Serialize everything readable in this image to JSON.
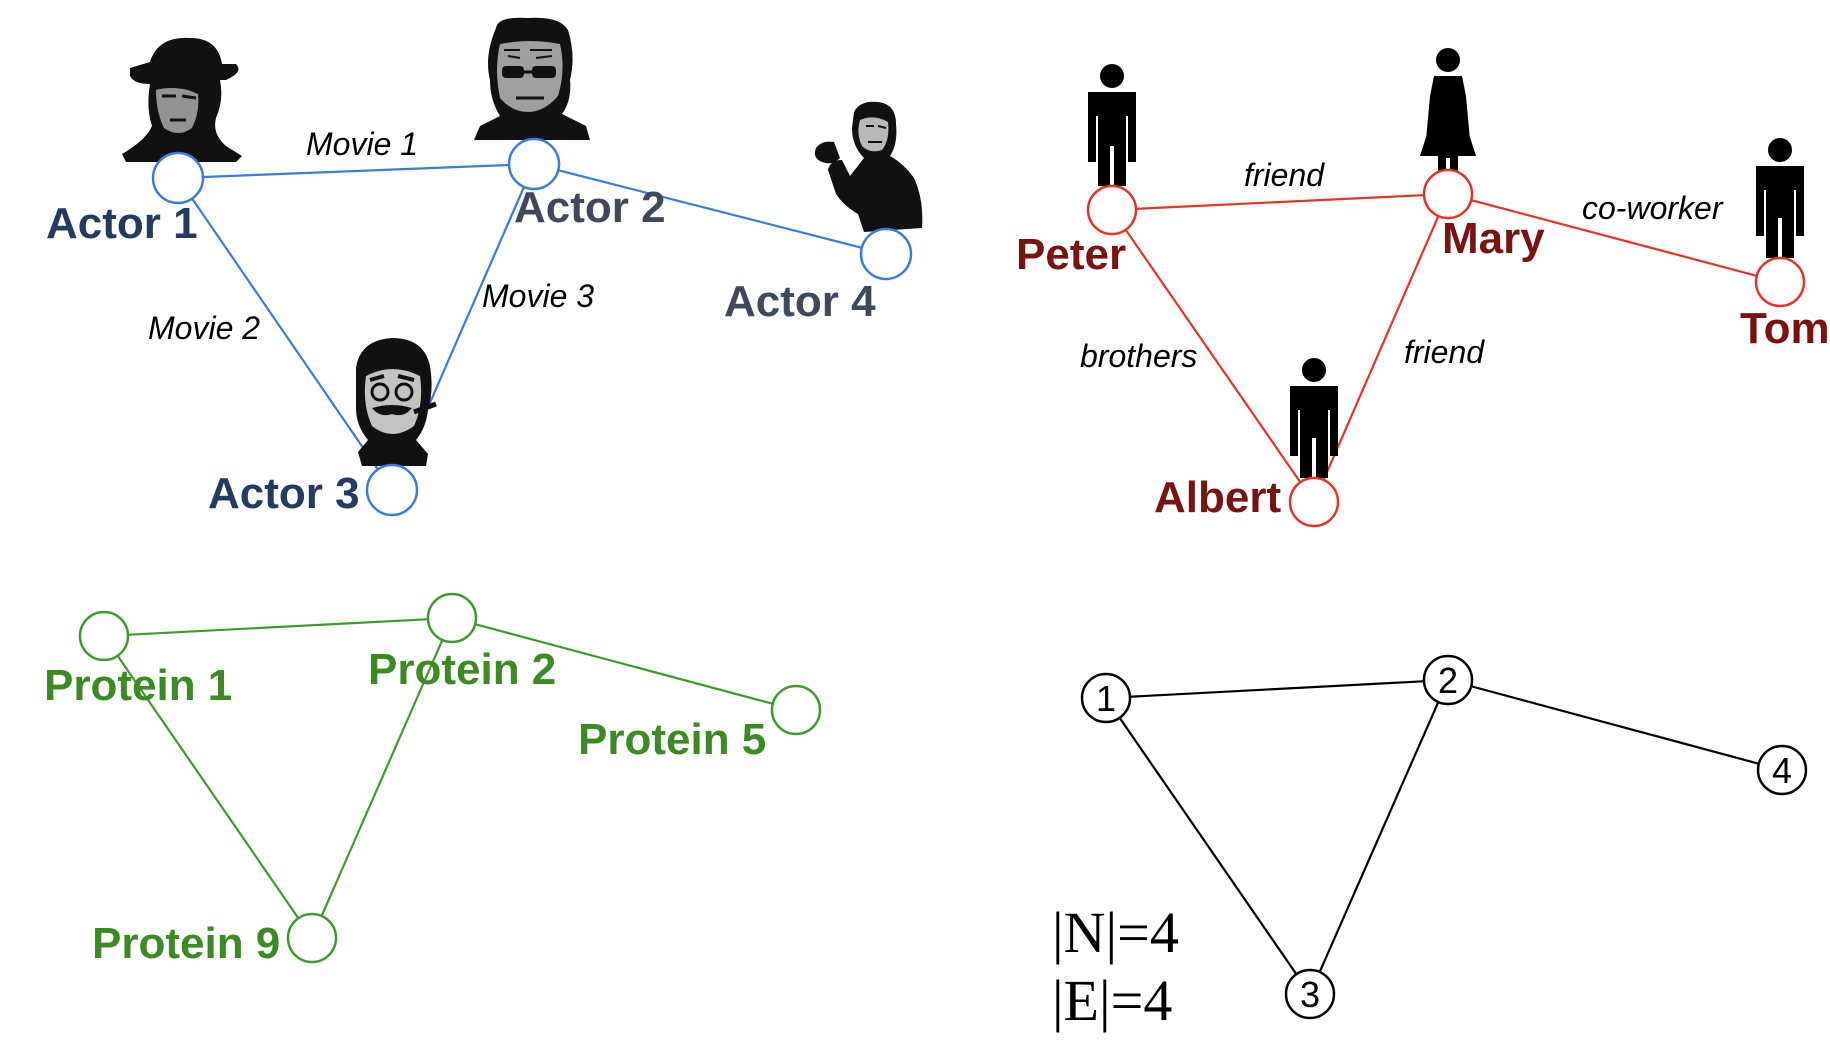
{
  "colors": {
    "actors": "#3A7BE0",
    "actors_label": "#243A5E",
    "actors_label_alt": "#3E4A5C",
    "social": "#E5332A",
    "social_label": "#7A1212",
    "protein": "#3F9A2E",
    "protein_label": "#3C8A22",
    "abstract": "#000000"
  },
  "actors": {
    "nodes": [
      {
        "id": "a1",
        "label": "Actor 1",
        "icon": "fedora-man-portrait-icon"
      },
      {
        "id": "a2",
        "label": "Actor 2",
        "icon": "sunglasses-man-portrait-icon"
      },
      {
        "id": "a3",
        "label": "Actor 3",
        "icon": "mustache-glasses-man-portrait-icon"
      },
      {
        "id": "a4",
        "label": "Actor 4",
        "icon": "martial-artist-portrait-icon"
      }
    ],
    "edges": [
      {
        "from": "a1",
        "to": "a2",
        "label": "Movie 1"
      },
      {
        "from": "a2",
        "to": "a4",
        "label": ""
      },
      {
        "from": "a1",
        "to": "a3",
        "label": "Movie 2"
      },
      {
        "from": "a2",
        "to": "a3",
        "label": "Movie 3"
      }
    ]
  },
  "social": {
    "nodes": [
      {
        "id": "peter",
        "label": "Peter",
        "icon": "man-icon"
      },
      {
        "id": "mary",
        "label": "Mary",
        "icon": "woman-icon"
      },
      {
        "id": "tom",
        "label": "Tom",
        "icon": "man-icon"
      },
      {
        "id": "albert",
        "label": "Albert",
        "icon": "man-icon"
      }
    ],
    "edges": [
      {
        "from": "peter",
        "to": "mary",
        "label": "friend"
      },
      {
        "from": "mary",
        "to": "tom",
        "label": "co-worker"
      },
      {
        "from": "peter",
        "to": "albert",
        "label": "brothers"
      },
      {
        "from": "mary",
        "to": "albert",
        "label": "friend"
      }
    ]
  },
  "protein": {
    "nodes": [
      {
        "id": "p1",
        "label": "Protein 1"
      },
      {
        "id": "p2",
        "label": "Protein 2"
      },
      {
        "id": "p5",
        "label": "Protein 5"
      },
      {
        "id": "p9",
        "label": "Protein 9"
      }
    ],
    "edges": [
      {
        "from": "p1",
        "to": "p2"
      },
      {
        "from": "p2",
        "to": "p5"
      },
      {
        "from": "p1",
        "to": "p9"
      },
      {
        "from": "p2",
        "to": "p9"
      }
    ]
  },
  "abstract": {
    "nodes": [
      {
        "id": "n1",
        "label": "1"
      },
      {
        "id": "n2",
        "label": "2"
      },
      {
        "id": "n3",
        "label": "3"
      },
      {
        "id": "n4",
        "label": "4"
      }
    ],
    "edges": [
      {
        "from": "n1",
        "to": "n2"
      },
      {
        "from": "n2",
        "to": "n4"
      },
      {
        "from": "n1",
        "to": "n3"
      },
      {
        "from": "n2",
        "to": "n3"
      }
    ],
    "stats": {
      "nodes": "|N|=4",
      "edges": "|E|=4"
    }
  }
}
